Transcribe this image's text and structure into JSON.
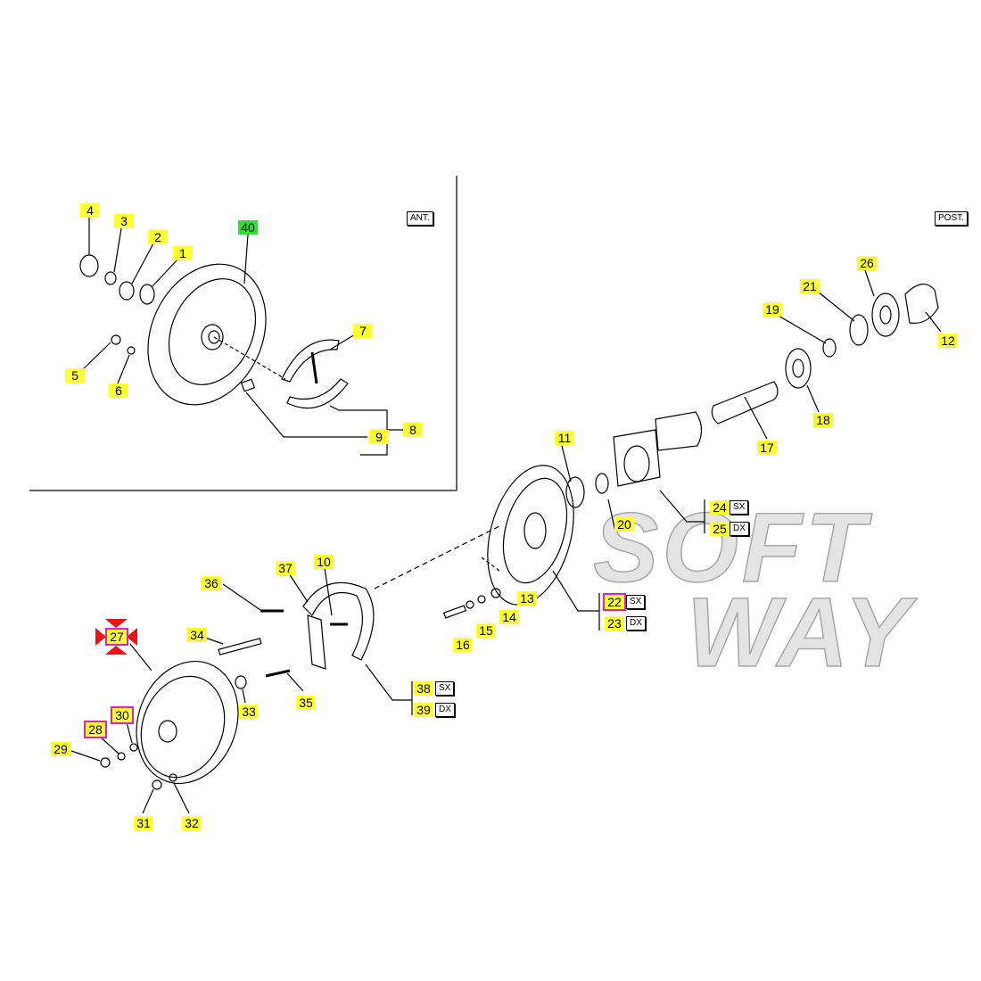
{
  "view_tags": {
    "front": "ANT.",
    "rear": "POST."
  },
  "side_tags": {
    "left": "SX",
    "right": "DX"
  },
  "watermark": {
    "line1": "SOFT",
    "line2": "WAY"
  },
  "colors": {
    "label": "#ffff33",
    "highlight_green": "#33dd33",
    "highlight_magenta": "#e020c0",
    "selected_marker": "#ee1111"
  },
  "labels": {
    "p1": "1",
    "p2": "2",
    "p3": "3",
    "p4": "4",
    "p5": "5",
    "p6": "6",
    "p7": "7",
    "p8": "8",
    "p9": "9",
    "p10": "10",
    "p11": "11",
    "p12": "12",
    "p13": "13",
    "p14": "14",
    "p15": "15",
    "p16": "16",
    "p17": "17",
    "p18": "18",
    "p19": "19",
    "p20": "20",
    "p21": "21",
    "p22": "22",
    "p23": "23",
    "p24": "24",
    "p25": "25",
    "p26": "26",
    "p27": "27",
    "p28": "28",
    "p29": "29",
    "p30": "30",
    "p31": "31",
    "p32": "32",
    "p33": "33",
    "p34": "34",
    "p35": "35",
    "p36": "36",
    "p37": "37",
    "p38": "38",
    "p39": "39",
    "p40": "40"
  }
}
